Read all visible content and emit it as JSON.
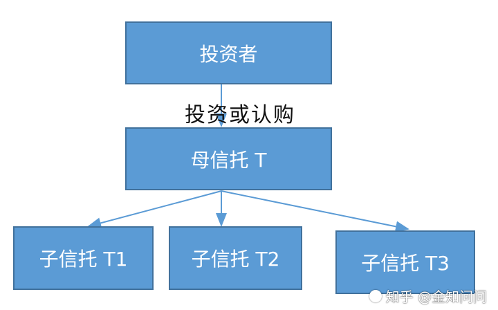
{
  "diagram": {
    "nodes": {
      "investor": "投资者",
      "parent_trust": "母信托 T",
      "child_trust_1": "子信托 T1",
      "child_trust_2": "子信托 T2",
      "child_trust_3": "子信托 T3"
    },
    "edge_label": "投资或认购",
    "colors": {
      "node_fill": "#5b9bd5",
      "node_border": "#41719c",
      "node_text": "#ffffff",
      "arrow": "#5b9bd5",
      "label_text": "#111111"
    }
  },
  "watermark": {
    "text": "知乎 @金知问问",
    "icon": "wechat-bubble-icon"
  }
}
